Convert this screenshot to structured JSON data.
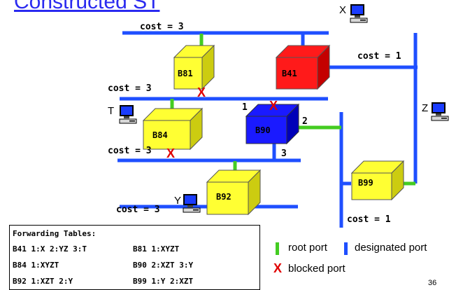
{
  "title": "Constructed ST",
  "colors": {
    "lan": "#1f4fff",
    "root_port": "#44cc22",
    "bridge_yellow": "#ffff33",
    "bridge_red": "#ff1a1a",
    "bridge_blue": "#1a1aff",
    "blocked": "#e00000"
  },
  "lans": [
    {
      "cost_label": "cost = 3"
    },
    {
      "cost_label": "cost = 1"
    },
    {
      "cost_label": "cost = 3"
    },
    {
      "cost_label": "cost = 3"
    },
    {
      "cost_label": "cost = 3"
    },
    {
      "cost_label": "cost = 1"
    }
  ],
  "bridges": [
    {
      "id": "B81",
      "color": "yellow"
    },
    {
      "id": "B41",
      "color": "red"
    },
    {
      "id": "B84",
      "color": "yellow"
    },
    {
      "id": "B90",
      "color": "blue"
    },
    {
      "id": "B92",
      "color": "yellow"
    },
    {
      "id": "B99",
      "color": "yellow"
    }
  ],
  "hosts": [
    {
      "label": "X"
    },
    {
      "label": "T"
    },
    {
      "label": "Z"
    },
    {
      "label": "Y"
    }
  ],
  "port_numbers": {
    "b90_port1": "1",
    "b90_port2": "2",
    "b90_port3": "3"
  },
  "blocked_symbol": "X",
  "forwarding_tables": {
    "heading": "Forwarding Tables:",
    "rows": [
      [
        "B41 1:X 2:YZ 3:T",
        "B81 1:XYZT"
      ],
      [
        "B84 1:XYZT",
        "B90 2:XZT 3:Y"
      ],
      [
        "B92 1:XZT 2:Y",
        "B99 1:Y 2:XZT"
      ]
    ]
  },
  "legend": {
    "root_port": "root port",
    "designated_port": "designated port",
    "blocked_port": "blocked port"
  },
  "page_number": "36"
}
